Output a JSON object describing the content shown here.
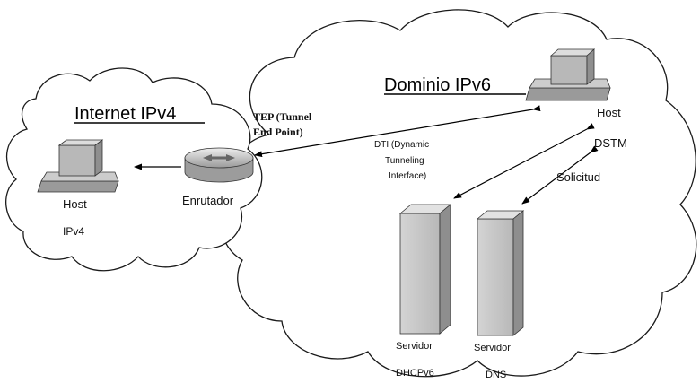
{
  "domains": {
    "ipv4_title": "Internet IPv4",
    "ipv6_title": "Dominio IPv6"
  },
  "nodes": {
    "host_ipv4": {
      "label": "Host",
      "sublabel": "IPv4"
    },
    "router": {
      "label": "Enrutador"
    },
    "host_ipv6": {
      "label": "Host",
      "sublabel": "DSTM"
    },
    "server_dhcp": {
      "label": "Servidor",
      "sublabel": "DHCPv6"
    },
    "server_dns": {
      "label": "Servidor",
      "sublabel": "DNS"
    }
  },
  "annotations": {
    "tep_line1": "TEP (Tunnel",
    "tep_line2": "End Point)",
    "dti_line1": "DTI (Dynamic",
    "dti_line2": "Tunneling",
    "dti_line3": "Interface)",
    "solicitud": "Solicitud"
  },
  "colors": {
    "outline": "#1a1a1a",
    "device_top": "#d8d8d8",
    "device_front": "#b5b5b5",
    "device_side": "#8e8e8e",
    "device_base": "#c8c8c8"
  }
}
